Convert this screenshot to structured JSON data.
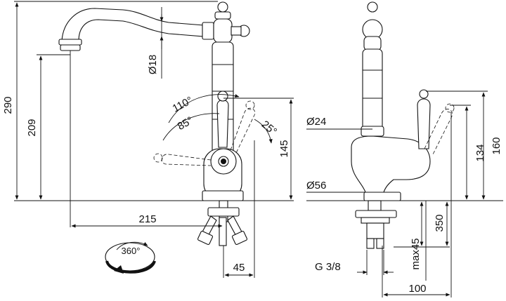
{
  "diagram": {
    "front_view": {
      "overall_height": "290",
      "spout_height": "209",
      "spout_diameter": "Ø18",
      "lever_angle_1": "110°",
      "lever_angle_2": "85°",
      "lever_angle_3": "25°",
      "lever_height": "145",
      "spout_reach": "215",
      "base_offset": "45",
      "rotation": "360°"
    },
    "side_view": {
      "body_diameter": "Ø24",
      "base_diameter": "Ø56",
      "lever_top_height": "160",
      "lever_base_height": "134",
      "shank_length": "350",
      "max_thickness": "max45",
      "thread": "G 3/8",
      "lever_reach": "100"
    }
  }
}
